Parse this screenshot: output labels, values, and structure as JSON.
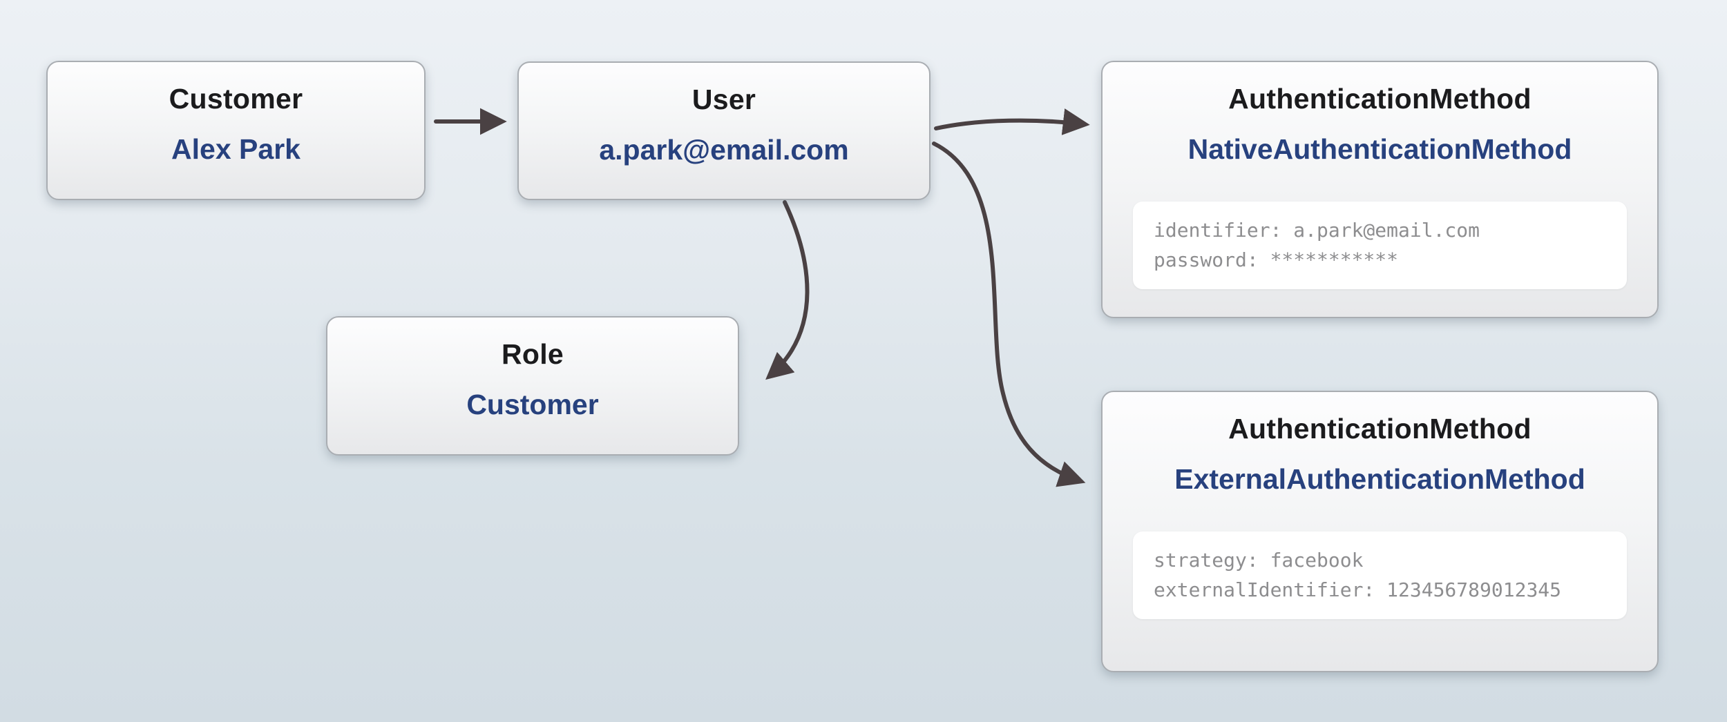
{
  "diagram": {
    "nodes": {
      "customer": {
        "title": "Customer",
        "value": "Alex Park"
      },
      "user": {
        "title": "User",
        "value": "a.park@email.com"
      },
      "native_auth": {
        "title": "AuthenticationMethod",
        "value": "NativeAuthenticationMethod",
        "attr1": "identifier: a.park@email.com",
        "attr2": "password: ***********"
      },
      "role": {
        "title": "Role",
        "value": "Customer"
      },
      "external_auth": {
        "title": "AuthenticationMethod",
        "value": "ExternalAuthenticationMethod",
        "attr1": "strategy: facebook",
        "attr2": "externalIdentifier: 123456789012345"
      }
    },
    "edges": [
      {
        "from": "customer",
        "to": "user"
      },
      {
        "from": "user",
        "to": "native_auth"
      },
      {
        "from": "user",
        "to": "role"
      },
      {
        "from": "user",
        "to": "external_auth"
      }
    ],
    "colors": {
      "title_text": "#1b1b1d",
      "value_text": "#27417e",
      "attribute_text": "#8d8d8f",
      "arrow": "#4a4143",
      "node_border": "#a9adb2",
      "node_fill_top": "#fdfdfe",
      "node_fill_bottom": "#e7e8ea",
      "background_top": "#edf1f5",
      "background_bottom": "#d2dce3"
    }
  }
}
